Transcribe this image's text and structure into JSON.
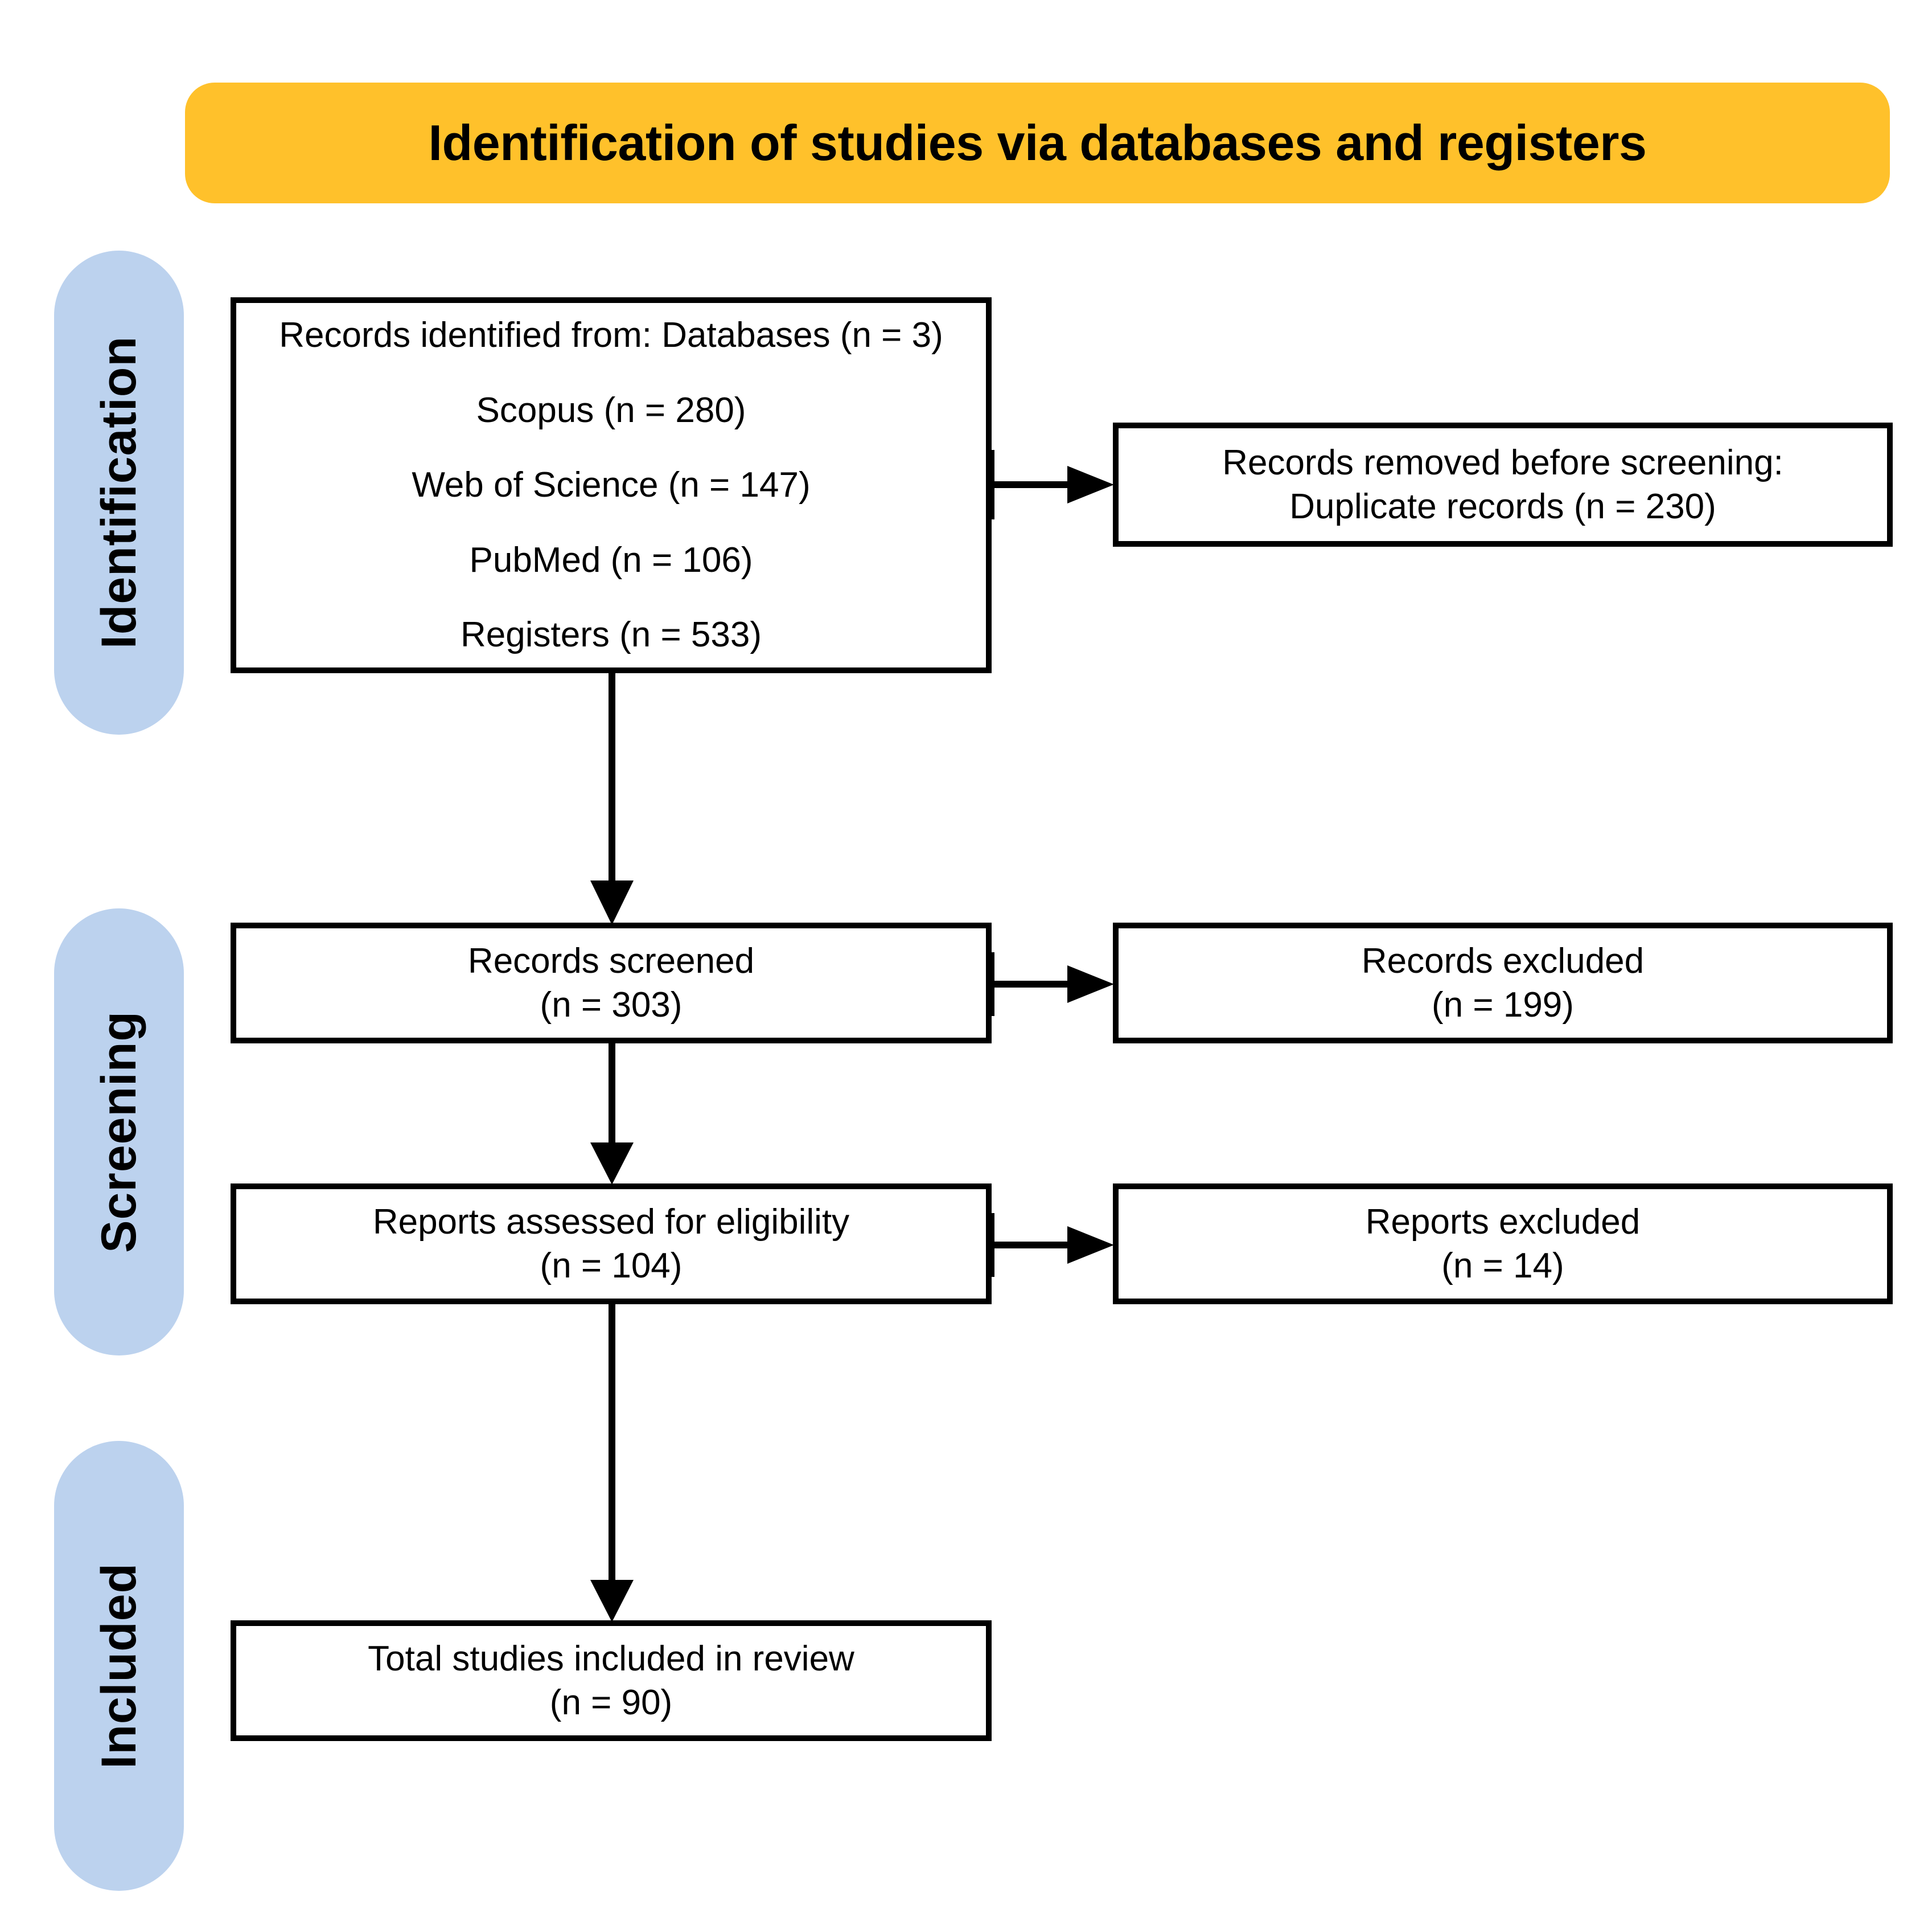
{
  "header": {
    "title": "Identification of studies via databases and registers",
    "background_color": "#FFC12B"
  },
  "stages": [
    {
      "id": "identification",
      "label": "Identification",
      "background_color": "#BCD2EE"
    },
    {
      "id": "screening",
      "label": "Screening",
      "background_color": "#BCD2EE"
    },
    {
      "id": "included",
      "label": "Included",
      "background_color": "#BCD2EE"
    }
  ],
  "boxes": {
    "identified": {
      "lines": [
        "Records identified from: Databases (n = 3)",
        "Scopus (n = 280)",
        "Web of Science (n = 147)",
        "PubMed (n = 106)",
        "Registers (n = 533)"
      ]
    },
    "removed": {
      "lines": [
        "Records removed before screening:",
        "Duplicate records (n = 230)"
      ]
    },
    "screened": {
      "lines": [
        "Records screened",
        "(n = 303)"
      ]
    },
    "records_excluded": {
      "lines": [
        "Records excluded",
        "(n = 199)"
      ]
    },
    "eligibility": {
      "lines": [
        "Reports assessed for eligibility",
        "(n = 104)"
      ]
    },
    "reports_excluded": {
      "lines": [
        "Reports excluded",
        "(n = 14)"
      ]
    },
    "included": {
      "lines": [
        "Total studies included in review",
        "(n = 90)"
      ]
    }
  },
  "chart_data": {
    "type": "diagram",
    "diagram_type": "prisma-flow",
    "title": "Identification of studies via databases and registers",
    "nodes": [
      {
        "id": "identified",
        "stage": "Identification",
        "column": "left",
        "label": "Records identified from: Databases (n = 3)",
        "counts": {
          "databases": 3,
          "Scopus": 280,
          "Web of Science": 147,
          "PubMed": 106,
          "Registers": 533
        }
      },
      {
        "id": "removed",
        "stage": "Identification",
        "column": "right",
        "label": "Records removed before screening: Duplicate records",
        "n": 230
      },
      {
        "id": "screened",
        "stage": "Screening",
        "column": "left",
        "label": "Records screened",
        "n": 303
      },
      {
        "id": "records_excluded",
        "stage": "Screening",
        "column": "right",
        "label": "Records excluded",
        "n": 199
      },
      {
        "id": "eligibility",
        "stage": "Screening",
        "column": "left",
        "label": "Reports assessed for eligibility",
        "n": 104
      },
      {
        "id": "reports_excluded",
        "stage": "Screening",
        "column": "right",
        "label": "Reports excluded",
        "n": 14
      },
      {
        "id": "included",
        "stage": "Included",
        "column": "left",
        "label": "Total studies included in review",
        "n": 90
      }
    ],
    "edges": [
      {
        "from": "identified",
        "to": "removed",
        "direction": "right"
      },
      {
        "from": "identified",
        "to": "screened",
        "direction": "down"
      },
      {
        "from": "screened",
        "to": "records_excluded",
        "direction": "right"
      },
      {
        "from": "screened",
        "to": "eligibility",
        "direction": "down"
      },
      {
        "from": "eligibility",
        "to": "reports_excluded",
        "direction": "right"
      },
      {
        "from": "eligibility",
        "to": "included",
        "direction": "down"
      }
    ]
  }
}
